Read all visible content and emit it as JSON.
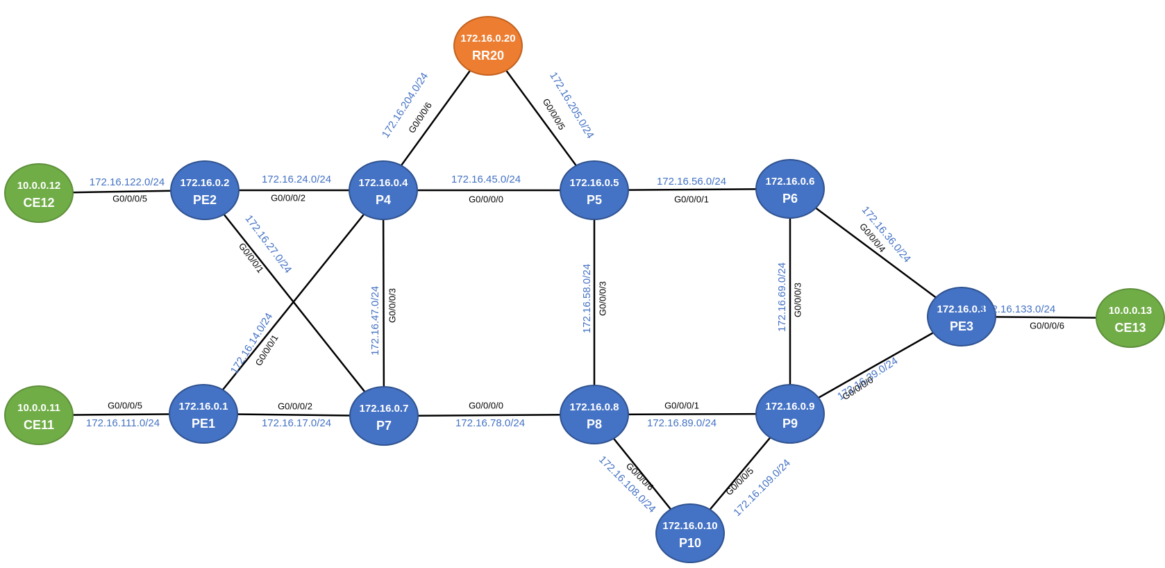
{
  "colors": {
    "router": "#4472C4",
    "customer_edge": "#70AD47",
    "route_reflector": "#ED7D31",
    "subnet_text": "#4472C4",
    "interface_text": "#000000",
    "link": "#000000"
  },
  "nodes": [
    {
      "id": "RR20",
      "ip": "172.16.0.20",
      "name": "RR20",
      "kind": "route_reflector"
    },
    {
      "id": "CE12",
      "ip": "10.0.0.12",
      "name": "CE12",
      "kind": "customer_edge"
    },
    {
      "id": "PE2",
      "ip": "172.16.0.2",
      "name": "PE2",
      "kind": "router"
    },
    {
      "id": "P4",
      "ip": "172.16.0.4",
      "name": "P4",
      "kind": "router"
    },
    {
      "id": "P5",
      "ip": "172.16.0.5",
      "name": "P5",
      "kind": "router"
    },
    {
      "id": "P6",
      "ip": "172.16.0.6",
      "name": "P6",
      "kind": "router"
    },
    {
      "id": "PE3",
      "ip": "172.16.0.3",
      "name": "PE3",
      "kind": "router"
    },
    {
      "id": "CE13",
      "ip": "10.0.0.13",
      "name": "CE13",
      "kind": "customer_edge"
    },
    {
      "id": "CE11",
      "ip": "10.0.0.11",
      "name": "CE11",
      "kind": "customer_edge"
    },
    {
      "id": "PE1",
      "ip": "172.16.0.1",
      "name": "PE1",
      "kind": "router"
    },
    {
      "id": "P7",
      "ip": "172.16.0.7",
      "name": "P7",
      "kind": "router"
    },
    {
      "id": "P8",
      "ip": "172.16.0.8",
      "name": "P8",
      "kind": "router"
    },
    {
      "id": "P9",
      "ip": "172.16.0.9",
      "name": "P9",
      "kind": "router"
    },
    {
      "id": "P10",
      "ip": "172.16.0.10",
      "name": "P10",
      "kind": "router"
    }
  ],
  "links": [
    {
      "a": "CE12",
      "b": "PE2",
      "subnet": "172.16.122.0/24",
      "iface": "G0/0/0/5"
    },
    {
      "a": "PE2",
      "b": "P4",
      "subnet": "172.16.24.0/24",
      "iface": "G0/0/0/2"
    },
    {
      "a": "P4",
      "b": "P5",
      "subnet": "172.16.45.0/24",
      "iface": "G0/0/0/0"
    },
    {
      "a": "P5",
      "b": "P6",
      "subnet": "172.16.56.0/24",
      "iface": "G0/0/0/1"
    },
    {
      "a": "P4",
      "b": "RR20",
      "subnet": "172.16.204.0/24",
      "iface": "G0/0/0/6"
    },
    {
      "a": "RR20",
      "b": "P5",
      "subnet": "172.16.205.0/24",
      "iface": "G0/0/0/5"
    },
    {
      "a": "PE2",
      "b": "P7",
      "subnet": "172.16.27.0/24",
      "iface": "G0/0/0/1"
    },
    {
      "a": "PE1",
      "b": "P4",
      "subnet": "172.16.14.0/24",
      "iface": "G0/0/0/1"
    },
    {
      "a": "P4",
      "b": "P7",
      "subnet": "172.16.47.0/24",
      "iface": "G0/0/0/3"
    },
    {
      "a": "P5",
      "b": "P8",
      "subnet": "172.16.58.0/24",
      "iface": "G0/0/0/3"
    },
    {
      "a": "P6",
      "b": "P9",
      "subnet": "172.16.69.0/24",
      "iface": "G0/0/0/3"
    },
    {
      "a": "P6",
      "b": "PE3",
      "subnet": "172.16.36.0/24",
      "iface": "G0/0/0/4"
    },
    {
      "a": "PE3",
      "b": "CE13",
      "subnet": "172.16.133.0/24",
      "iface": "G0/0/0/6"
    },
    {
      "a": "CE11",
      "b": "PE1",
      "subnet": "172.16.111.0/24",
      "iface": "G0/0/0/5"
    },
    {
      "a": "PE1",
      "b": "P7",
      "subnet": "172.16.17.0/24",
      "iface": "G0/0/0/2"
    },
    {
      "a": "P7",
      "b": "P8",
      "subnet": "172.16.78.0/24",
      "iface": "G0/0/0/0"
    },
    {
      "a": "P8",
      "b": "P9",
      "subnet": "172.16.89.0/24",
      "iface": "G0/0/0/1"
    },
    {
      "a": "P9",
      "b": "PE3",
      "subnet": "172.16.39.0/24",
      "iface": "G0/0/0/0"
    },
    {
      "a": "P8",
      "b": "P10",
      "subnet": "172.16.108.0/24",
      "iface": "G0/0/0/6"
    },
    {
      "a": "P10",
      "b": "P9",
      "subnet": "172.16.109.0/24",
      "iface": "G0/0/0/5"
    }
  ]
}
